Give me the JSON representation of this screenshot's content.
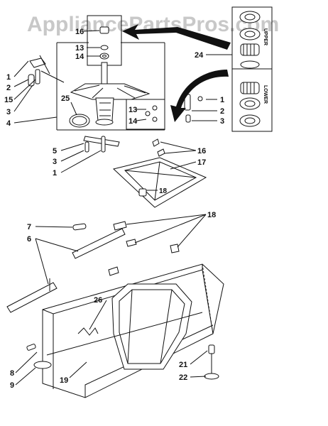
{
  "watermark": "AppliancePartsPros.com",
  "labels": {
    "upper": "UPPER",
    "lower": "LOWER"
  },
  "callouts": {
    "c16_top": "16",
    "c13_top": "13",
    "c14_top": "14",
    "c24": "24",
    "c1_l": "1",
    "c2_l": "2",
    "c15": "15",
    "c3_l": "3",
    "c4": "4",
    "c25": "25",
    "c13_r": "13",
    "c14_r": "14",
    "c1_r": "1",
    "c2_r": "2",
    "c3_r": "3",
    "c5": "5",
    "c3_b": "3",
    "c1_b": "1",
    "c16_b": "16",
    "c17": "17",
    "c18_a": "18",
    "c7": "7",
    "c18_b": "18",
    "c6": "6",
    "c26": "26",
    "c8": "8",
    "c9": "9",
    "c19": "19",
    "c21": "21",
    "c22": "22"
  }
}
